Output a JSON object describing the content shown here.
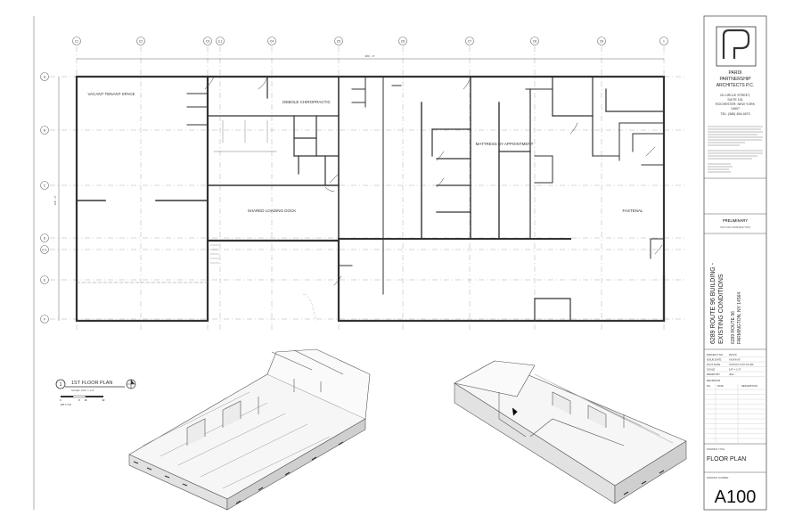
{
  "grid": {
    "columns": [
      "C1",
      "C2",
      "C3",
      "3.1",
      "C4",
      "C5",
      "C6",
      "C7",
      "C8",
      "C9",
      "1"
    ],
    "rows": [
      "A",
      "B",
      "C",
      "D",
      "D.1",
      "E",
      "F"
    ],
    "overall_dim_top": "384' - 0\"",
    "overall_dim_left": "165' - 0\""
  },
  "rooms": {
    "vacant": "VACANT TENANT SPACE",
    "chiro": "DEBOLE CHIROPRACTIC",
    "mattress": "MATTRESS BY APPOINTMENT",
    "loading": "SHARED LOADING DOCK",
    "fastenal": "FASTENAL"
  },
  "floor_label": {
    "number": "1",
    "title": "1ST FLOOR PLAN",
    "scale": "SCALE: 1/32\" = 1'-0\"",
    "scale_ticks": [
      "0",
      "8",
      "16",
      "32"
    ],
    "scale_unit": "1/8\" = 1'-0\""
  },
  "title_block": {
    "firm_name": [
      "PARDI",
      "PARTNERSHIP",
      "ARCHITECTS P.C."
    ],
    "address": [
      "25 CIRCLE STREET,",
      "SUITE 101",
      "ROCHESTER, NEW YORK",
      "14607",
      "TEL: (585) 454-4670"
    ],
    "status": "PRELIMINARY",
    "status_sub": "NOT FOR CONSTRUCTION",
    "project_title": [
      "6289 ROUTE 96 BUILDING -",
      "EXISTING CONDITIONS"
    ],
    "project_address": [
      "6289 ROUTE 96",
      "FARMINGTON, NY 14564"
    ],
    "info": [
      {
        "label": "PROJECT NO.",
        "value": "20XXX"
      },
      {
        "label": "ISSUE DATE",
        "value": "XX/XX/XX"
      },
      {
        "label": "PLOT DATE",
        "value": "X/XX/XX X:XX:XX AM"
      },
      {
        "label": "SCALE",
        "value": "1/8\" = 1'-0\""
      },
      {
        "label": "DRAWN BY",
        "value": "JHG"
      }
    ],
    "revision_label": "REVISIONS",
    "revision_headers": [
      "NO.",
      "DATE",
      "DESCRIPTION"
    ],
    "drawing_title_label": "DRAWING TITLE",
    "drawing_title": "FLOOR PLAN",
    "drawing_number_label": "DRAWING NUMBER",
    "drawing_number": "A100"
  }
}
